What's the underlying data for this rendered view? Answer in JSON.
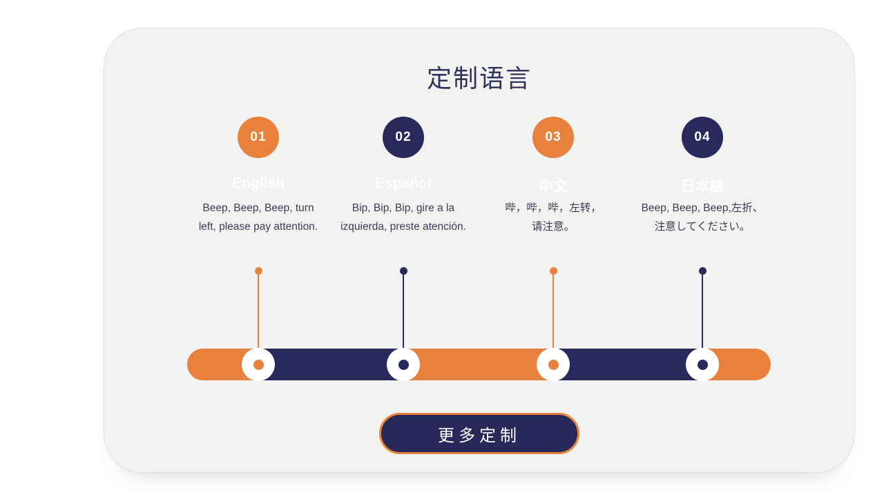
{
  "title": "定制语言",
  "colors": {
    "orange": "#e8813b",
    "navy": "#29295c",
    "card_bg": "#f2f2f0",
    "title_text": "#32325e",
    "body_text": "#3b3b58",
    "faint_label": "rgba(255,255,255,0.93)",
    "marker_ring": "#ffffff"
  },
  "steps": [
    {
      "number": "01",
      "color": "orange",
      "language": "English",
      "line1": "Beep, Beep, Beep, turn",
      "line2": "left, please pay attention."
    },
    {
      "number": "02",
      "color": "navy",
      "language": "Español",
      "line1": "Bip, Bip, Bip, gire a la",
      "line2": "izquierda, preste atención."
    },
    {
      "number": "03",
      "color": "orange",
      "language": "中文",
      "line1": "哔，哔，哔，左转，",
      "line2": "请注意。"
    },
    {
      "number": "04",
      "color": "navy",
      "language": "日本語",
      "line1": "Beep, Beep, Beep,左折、",
      "line2": "注意してください。"
    }
  ],
  "timeline": {
    "segment_colors": [
      "orange",
      "navy",
      "orange",
      "navy",
      "orange"
    ],
    "marker_dot_colors": [
      "orange",
      "navy",
      "orange",
      "navy"
    ]
  },
  "button": {
    "label": "更多定制"
  }
}
